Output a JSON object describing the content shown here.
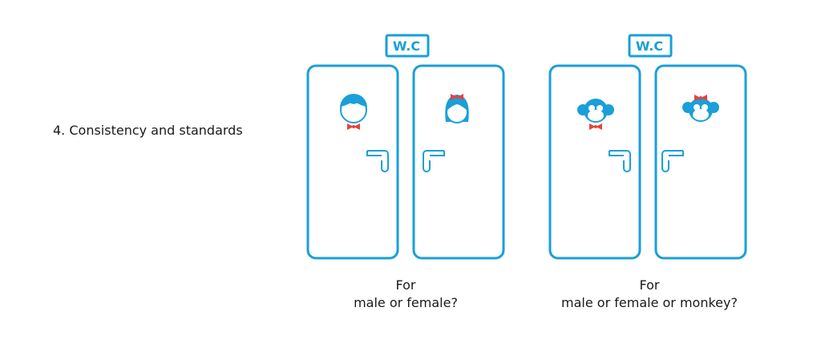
{
  "heading": "4. Consistency and standards",
  "signs": [
    {
      "label": "W.C",
      "caption_line1": "For",
      "caption_line2": "male or female?"
    },
    {
      "label": "W.C",
      "caption_line1": "For",
      "caption_line2": "male or female or monkey?"
    }
  ],
  "colors": {
    "door_stroke": "#1a9fd9",
    "figure_fill": "#1a9fd9",
    "bow": "#e8423c",
    "text": "#1a1a1a"
  },
  "icons": [
    "boy-icon",
    "girl-icon",
    "monkey-boy-icon",
    "monkey-girl-icon",
    "door-handle-icon"
  ]
}
